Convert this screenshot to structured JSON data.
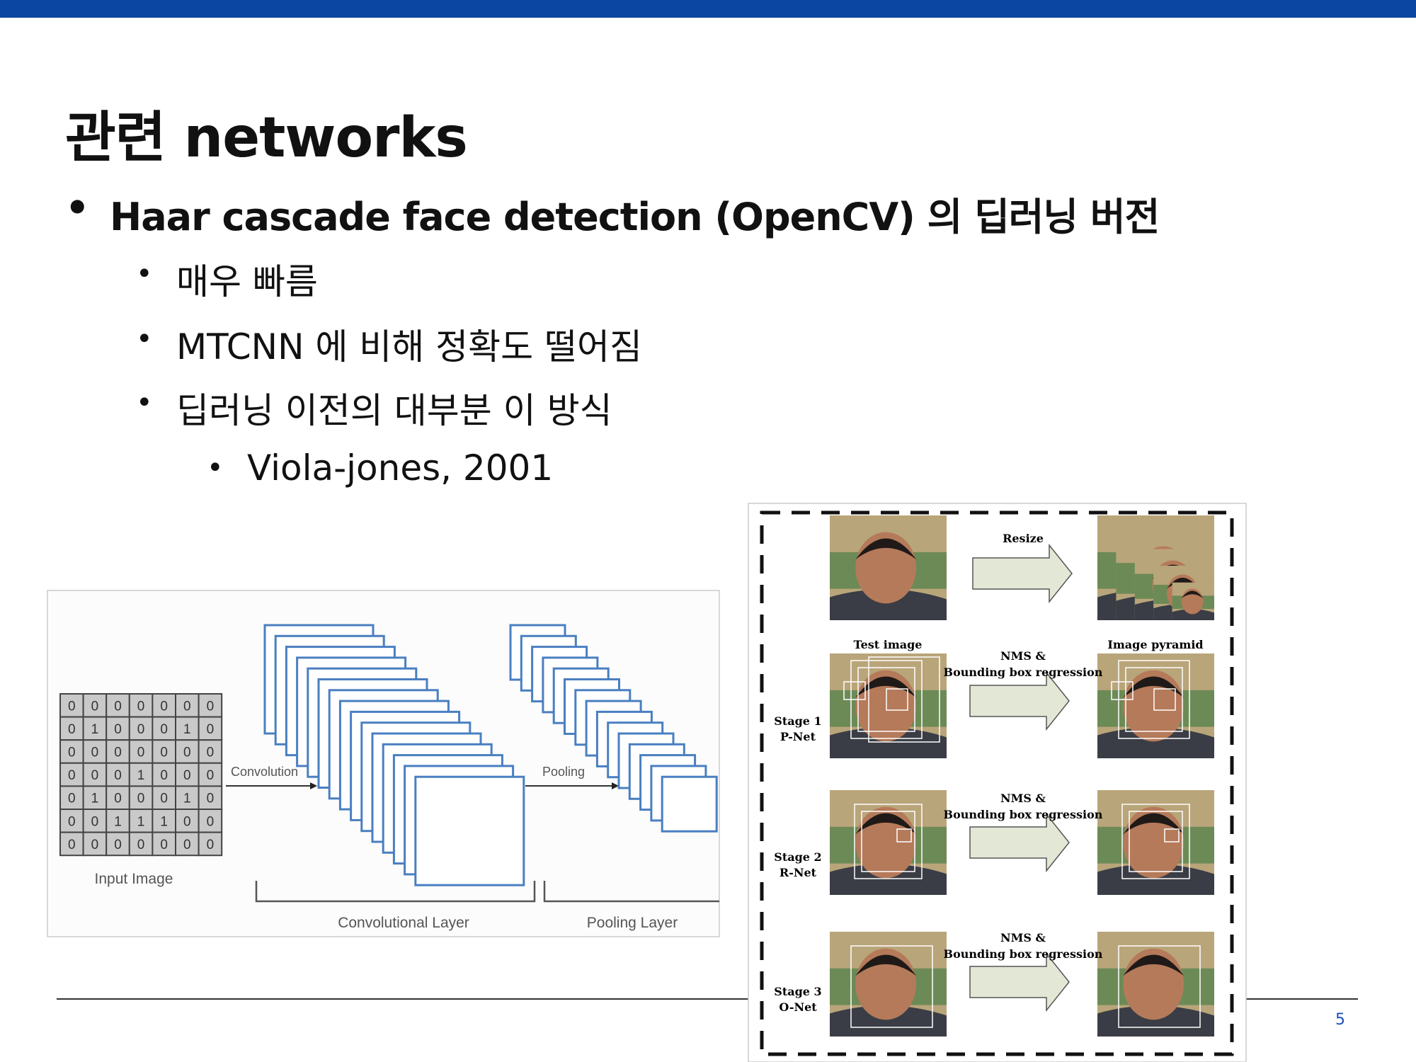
{
  "slide": {
    "title": "관련 networks",
    "bullet_main": "Haar cascade face detection (OpenCV) 의 딥러닝 버전",
    "sub_bullets": [
      "매우 빠름",
      "MTCNN 에 비해 정확도 떨어짐",
      "딥러닝 이전의 대부분 이 방식"
    ],
    "sub_sub_bullet": "Viola-jones, 2001",
    "bullet_glyph": "•",
    "page_number": "5",
    "accent_color": "#0b46a3"
  },
  "cnn_figure": {
    "input_grid": [
      [
        "0",
        "0",
        "0",
        "0",
        "0",
        "0",
        "0"
      ],
      [
        "0",
        "1",
        "0",
        "0",
        "0",
        "1",
        "0"
      ],
      [
        "0",
        "0",
        "0",
        "0",
        "0",
        "0",
        "0"
      ],
      [
        "0",
        "0",
        "0",
        "1",
        "0",
        "0",
        "0"
      ],
      [
        "0",
        "1",
        "0",
        "0",
        "0",
        "1",
        "0"
      ],
      [
        "0",
        "0",
        "1",
        "1",
        "1",
        "0",
        "0"
      ],
      [
        "0",
        "0",
        "0",
        "0",
        "0",
        "0",
        "0"
      ]
    ],
    "input_label": "Input Image",
    "convolution_label": "Convolution",
    "pooling_label": "Pooling",
    "conv_layer_label": "Convolutional Layer",
    "pool_layer_label": "Pooling Layer",
    "feature_map_count": 15,
    "frame_color": "#4a7fc1"
  },
  "mtcnn_figure": {
    "resize_label": "Resize",
    "test_image_label": "Test image",
    "pyramid_label": "Image pyramid",
    "nms_label_1": "NMS &",
    "nms_label_2": "Bounding box regression",
    "stages": [
      {
        "stage": "Stage 1",
        "net": "P-Net"
      },
      {
        "stage": "Stage 2",
        "net": "R-Net"
      },
      {
        "stage": "Stage 3",
        "net": "O-Net"
      }
    ],
    "arrow_color": "#e3e8d6"
  }
}
